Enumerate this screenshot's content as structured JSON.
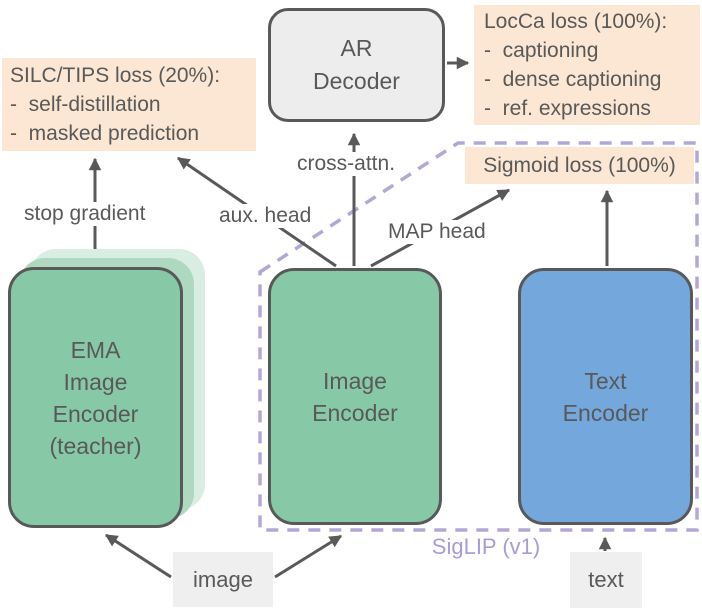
{
  "colors": {
    "encoder_green": "#87C9A6",
    "ema_shadow_inner": "#AED8C0",
    "ema_shadow_outer": "#DAEDE3",
    "encoder_blue": "#74A7DB",
    "loss_peach": "#FBE7D3",
    "input_gray": "#EFEFEF",
    "decoder_gray": "#EDEDED",
    "stroke_dark": "#595959",
    "text_dark": "#595959",
    "siglip_purple": "#A99BD8",
    "dashed_outline_purple": "#B4A7D6",
    "background": "#FFFFFF"
  },
  "nodes": {
    "ar_decoder": {
      "label": "AR\nDecoder"
    },
    "ema_encoder": {
      "label": "EMA\nImage\nEncoder\n(teacher)"
    },
    "image_encoder": {
      "label": "Image\nEncoder"
    },
    "text_encoder": {
      "label": "Text\nEncoder"
    },
    "image_input": {
      "label": "image"
    },
    "text_input": {
      "label": "text"
    }
  },
  "losses": {
    "silc_tips": {
      "title": "SILC/TIPS loss (20%):",
      "items": [
        "-  self-distillation",
        "-  masked prediction"
      ]
    },
    "locca": {
      "title": "LocCa loss (100%):",
      "items": [
        "-  captioning",
        "-  dense captioning",
        "-  ref. expressions"
      ]
    },
    "sigmoid": {
      "title": "Sigmoid loss (100%)"
    }
  },
  "edge_labels": {
    "stop_gradient": "stop gradient",
    "aux_head": "aux. head",
    "cross_attn": "cross-attn.",
    "map_head": "MAP head"
  },
  "group_label": "SigLIP (v1)"
}
